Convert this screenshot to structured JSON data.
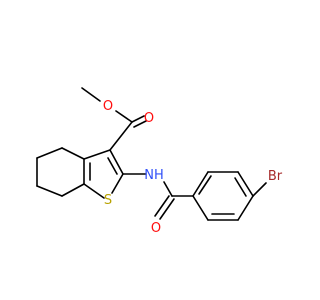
{
  "colors": {
    "background": "#ffffff",
    "bond": "#000000",
    "oxygen": "#ff0d0d",
    "nitrogen": "#3050f8",
    "sulfur": "#b8a200",
    "bromine": "#a62929"
  },
  "atoms": {
    "ester_ether_oxygen": "O",
    "ester_carbonyl_oxygen": "O",
    "amide_nitrogen": "NH",
    "thiophene_sulfur": "S",
    "amide_carbonyl_oxygen": "O",
    "bromine": "Br"
  }
}
